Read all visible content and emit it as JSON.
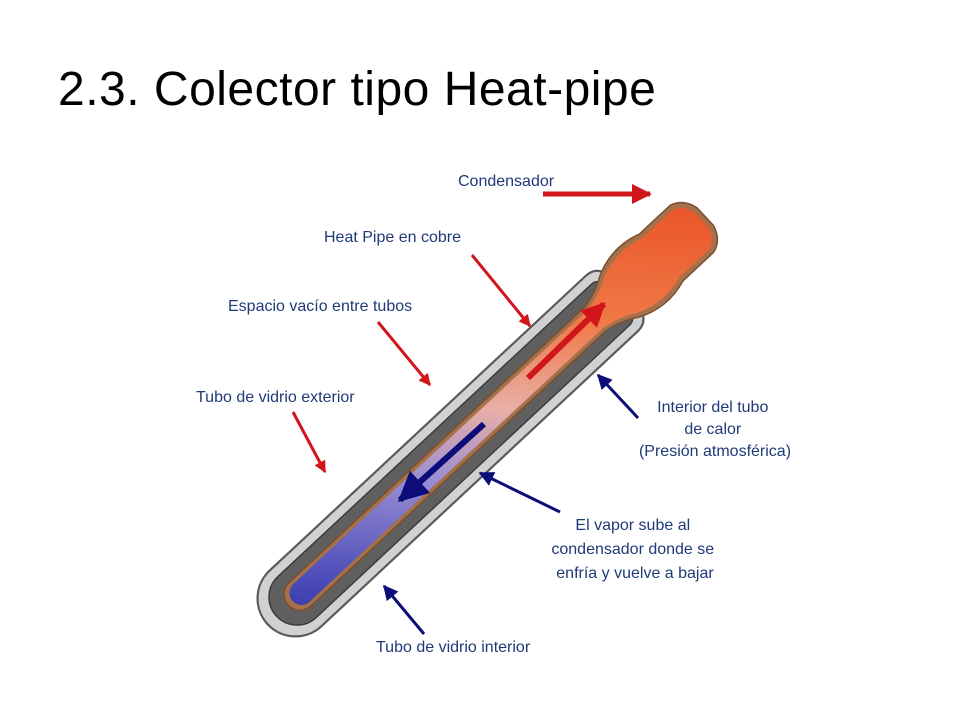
{
  "slide": {
    "title": "2.3. Colector tipo Heat-pipe"
  },
  "diagram": {
    "labels": {
      "condensador": "Condensador",
      "heat_pipe": "Heat Pipe en cobre",
      "espacio_vacio": "Espacio vacío entre tubos",
      "tubo_exterior": "Tubo de vidrio exterior",
      "interior_tubo": [
        "Interior del tubo",
        "de calor",
        "(Presión atmosférica)"
      ],
      "vapor": [
        "El vapor sube al",
        "condensador donde se",
        "enfría y vuelve a bajar"
      ],
      "tubo_interior": "Tubo de vidrio interior"
    },
    "colors": {
      "label_text": "#1f3a78",
      "red_arrow": "#d0151b",
      "blue_arrow": "#0d0d7a",
      "hot": "#e8431a",
      "cold": "#14148c",
      "copper": "#a5714a",
      "glass_inner": "#5f5f5f",
      "glass_outer": "#c9c9c9"
    }
  }
}
